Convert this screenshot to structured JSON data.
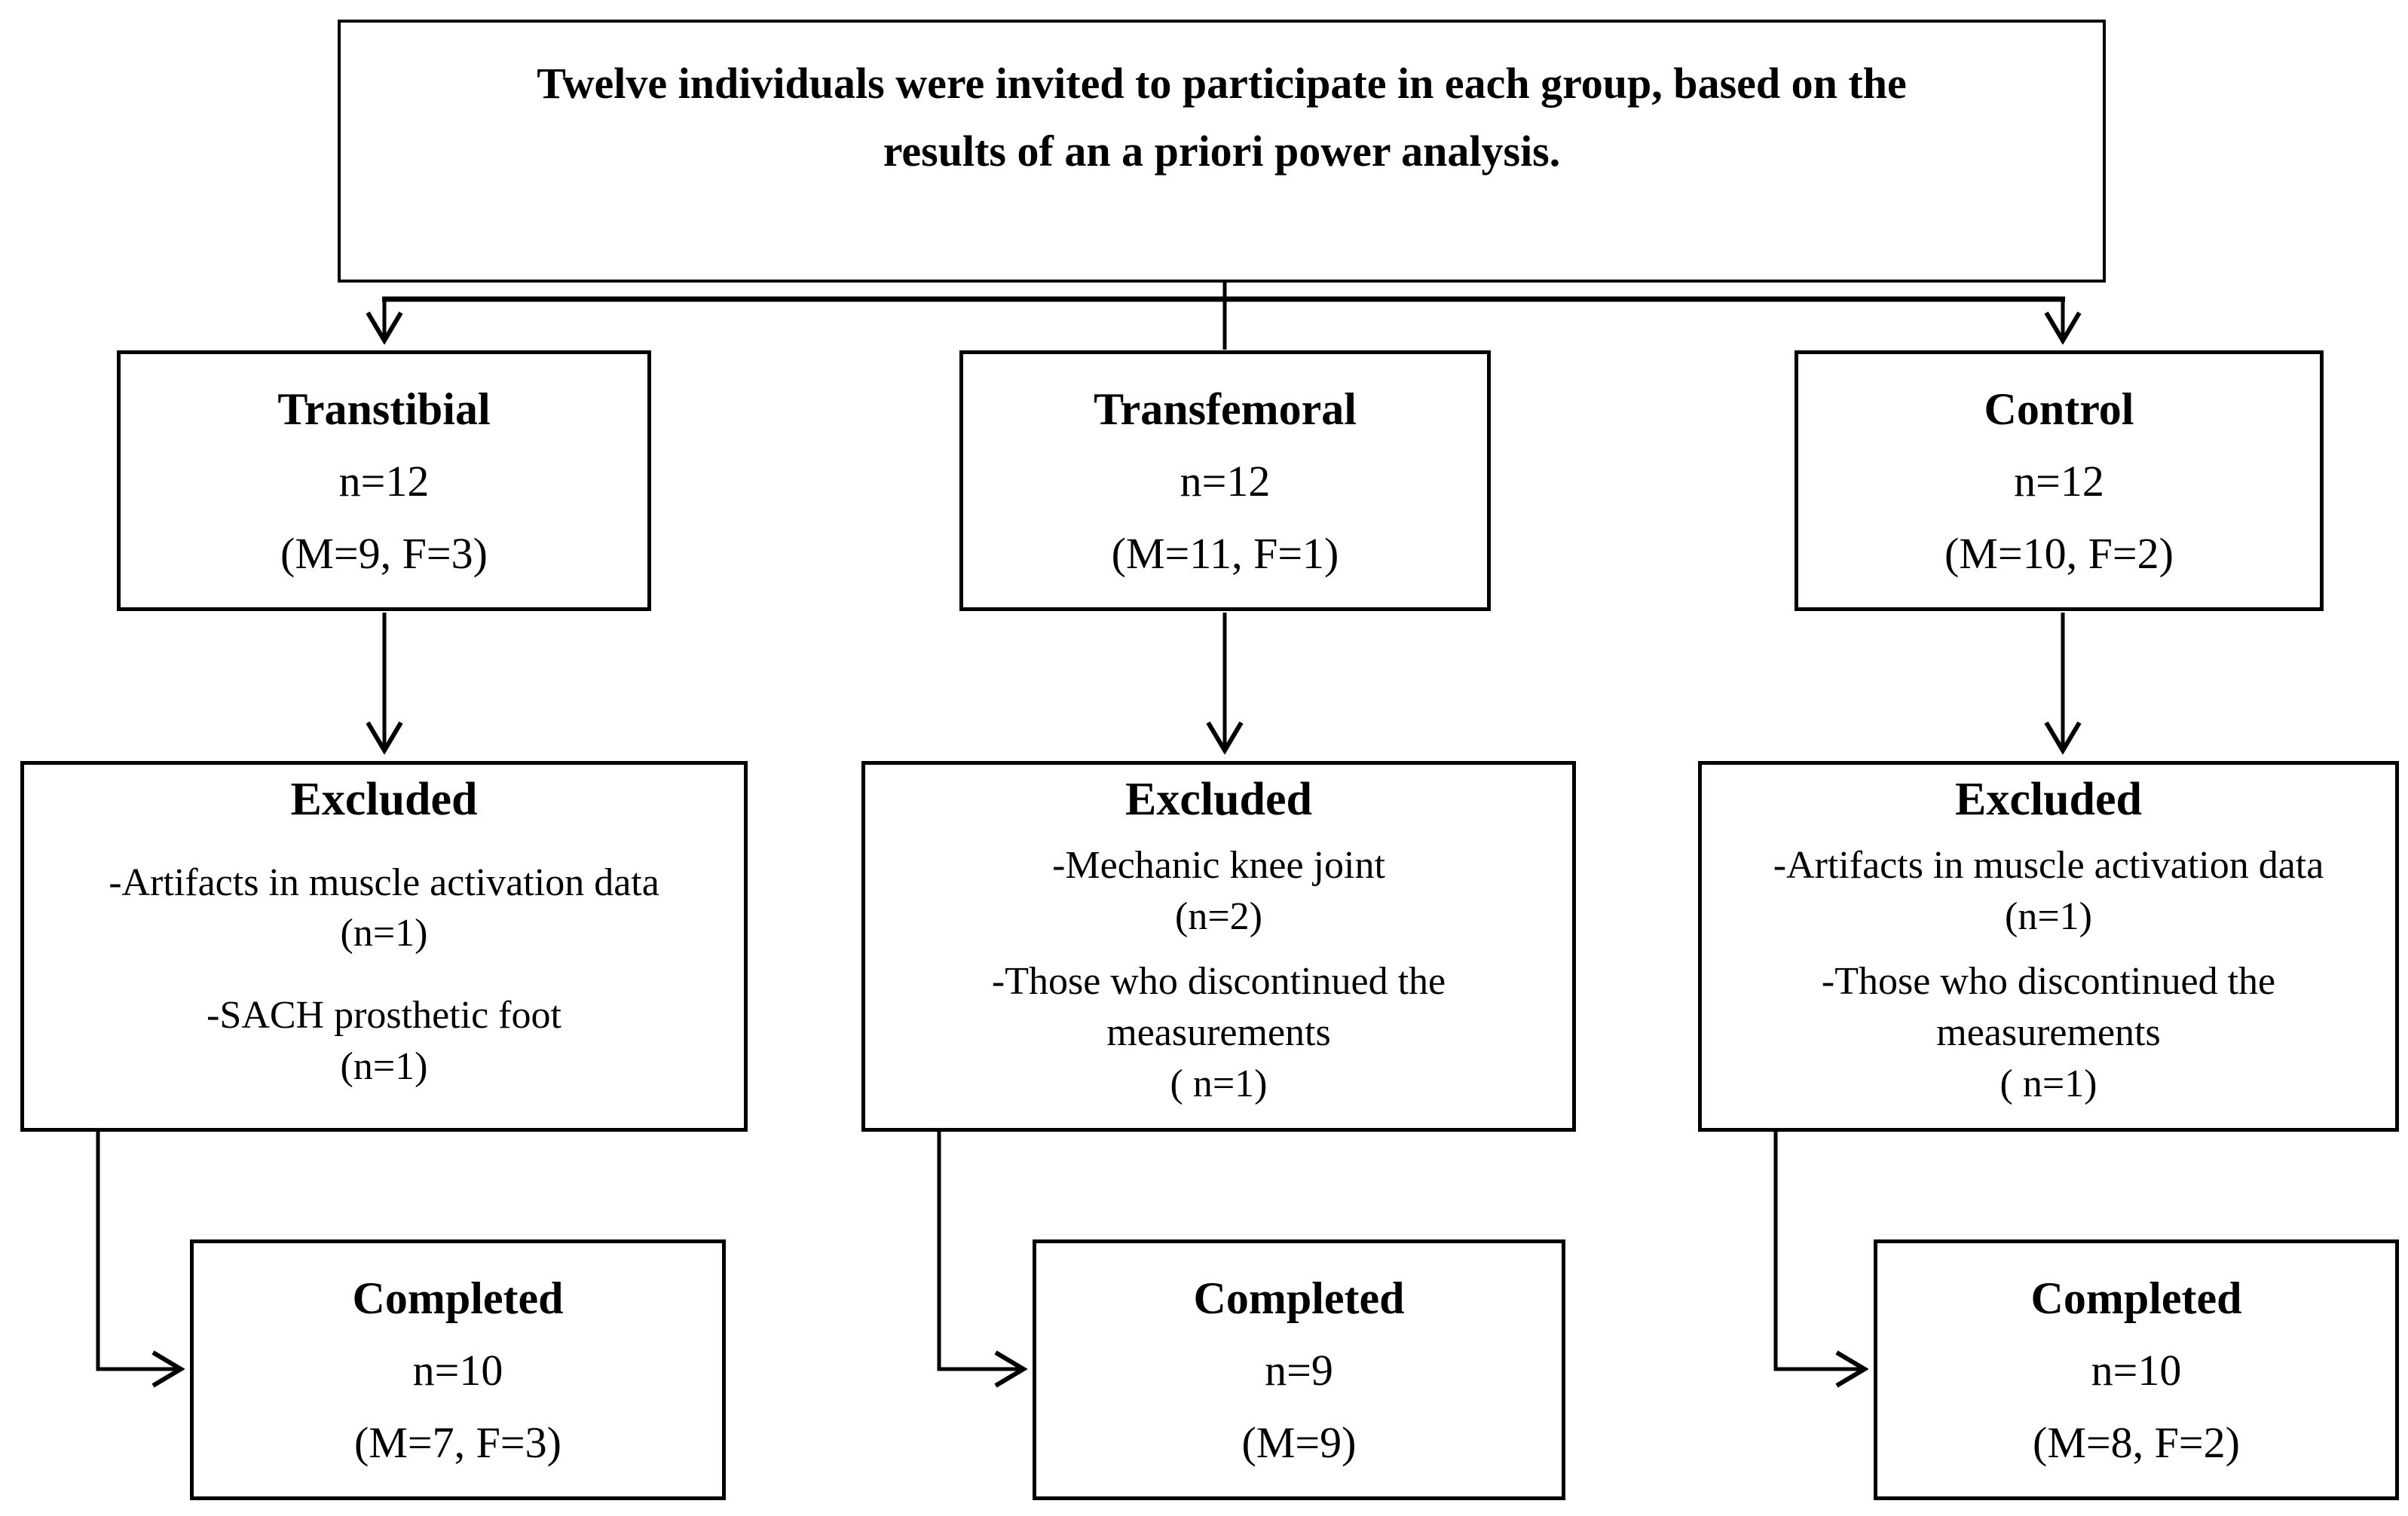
{
  "diagram": {
    "background_color": "#ffffff",
    "line_color": "#000000",
    "top_box": {
      "line1": "Twelve individuals were invited to participate in each group, based on the",
      "line2": "results of an a priori power analysis."
    },
    "groups": [
      {
        "title": "Transtibial",
        "n": "n=12",
        "sex": "(M=9, F=3)",
        "excluded": {
          "title": "Excluded",
          "reasons": [
            {
              "lines": [
                "-Artifacts in muscle activation data",
                "(n=1)"
              ]
            },
            {
              "lines": [
                "-SACH prosthetic foot",
                "(n=1)"
              ]
            }
          ]
        },
        "completed": {
          "title": "Completed",
          "n": "n=10",
          "sex": "(M=7, F=3)"
        }
      },
      {
        "title": "Transfemoral",
        "n": "n=12",
        "sex": "(M=11, F=1)",
        "excluded": {
          "title": "Excluded",
          "reasons": [
            {
              "lines": [
                "-Mechanic knee joint",
                "(n=2)"
              ]
            },
            {
              "lines": [
                "-Those who discontinued the",
                "measurements",
                "( n=1)"
              ]
            }
          ]
        },
        "completed": {
          "title": "Completed",
          "n": "n=9",
          "sex": "(M=9)"
        }
      },
      {
        "title": "Control",
        "n": "n=12",
        "sex": "(M=10, F=2)",
        "excluded": {
          "title": "Excluded",
          "reasons": [
            {
              "lines": [
                "-Artifacts in muscle activation data",
                "(n=1)"
              ]
            },
            {
              "lines": [
                "-Those who discontinued the",
                "measurements",
                "( n=1)"
              ]
            }
          ]
        },
        "completed": {
          "title": "Completed",
          "n": "n=10",
          "sex": "(M=8, F=2)"
        }
      }
    ]
  }
}
